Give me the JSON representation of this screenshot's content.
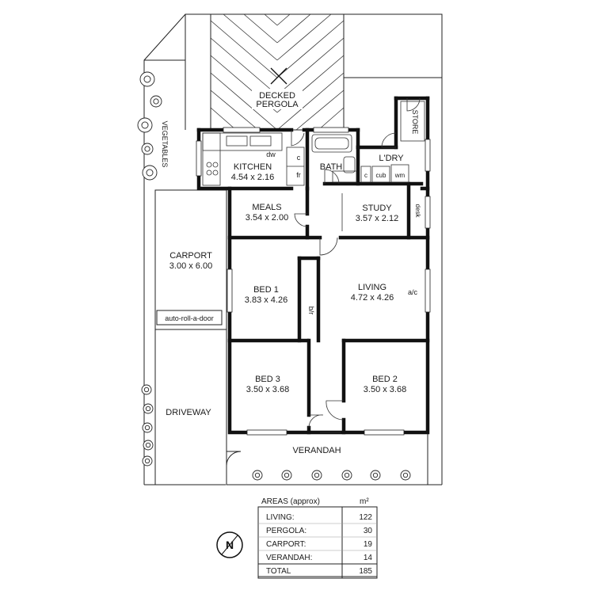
{
  "rooms": {
    "decked_pergola": "DECKED\nPERGOLA",
    "kitchen": {
      "name": "KITCHEN",
      "size": "4.54 x 2.16"
    },
    "dw": "dw",
    "c_kitchen": "c",
    "fr": "fr",
    "bath": "BATH",
    "laundry": "L'DRY",
    "store": "STORE",
    "c_laundry": "c",
    "cub": "cub",
    "wm": "wm",
    "meals": {
      "name": "MEALS",
      "size": "3.54 x 2.00"
    },
    "study": {
      "name": "STUDY",
      "size": "3.57 x 2.12"
    },
    "desk": "desk",
    "carport": {
      "name": "CARPORT",
      "size": "3.00 x 6.00"
    },
    "auto_door": "auto-roll-a-door",
    "bed1": {
      "name": "BED 1",
      "size": "3.83 x 4.26"
    },
    "bir": "b/r",
    "living": {
      "name": "LIVING",
      "size": "4.72 x 4.26"
    },
    "ac": "a/c",
    "bed3": {
      "name": "BED 3",
      "size": "3.50 x 3.68"
    },
    "bed2": {
      "name": "BED 2",
      "size": "3.50 x 3.68"
    },
    "driveway": "DRIVEWAY",
    "verandah": "VERANDAH",
    "vegetables": "VEGETABLES"
  },
  "areas_table": {
    "title": "AREAS (approx)",
    "unit": "m²",
    "rows": [
      {
        "label": "LIVING:",
        "value": "122"
      },
      {
        "label": "PERGOLA:",
        "value": "30"
      },
      {
        "label": "CARPORT:",
        "value": "19"
      },
      {
        "label": "VERANDAH:",
        "value": "14"
      }
    ],
    "total_label": "TOTAL",
    "total_value": "185"
  },
  "compass": {
    "letter": "N"
  }
}
